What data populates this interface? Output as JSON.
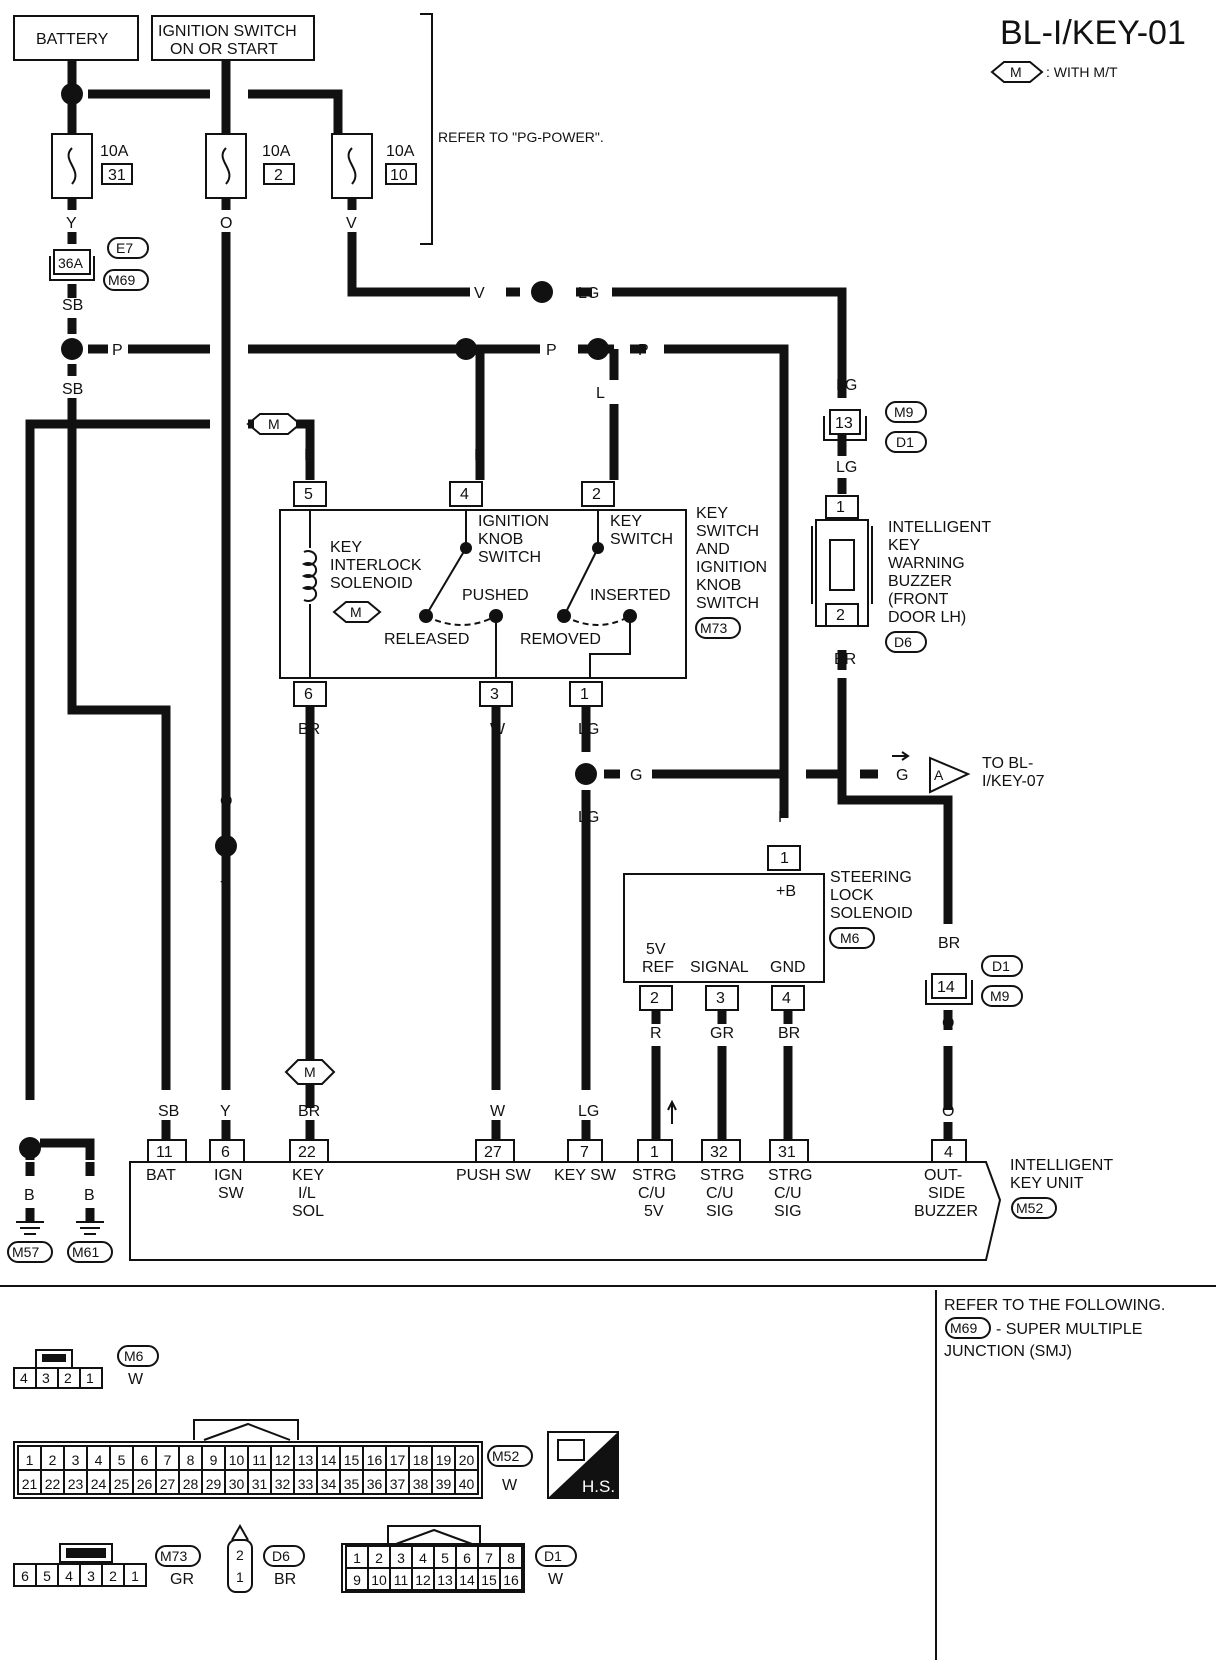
{
  "diagram_title": "BL-I/KEY-01",
  "legend": {
    "symbol": "M",
    "text": ": WITH M/T"
  },
  "power": {
    "battery": "BATTERY",
    "ignition_line1": "IGNITION SWITCH",
    "ignition_line2": "ON OR START",
    "refer_note": "REFER TO \"PG-POWER\".",
    "fuses": [
      {
        "amp": "10A",
        "num": "31",
        "wire": "Y"
      },
      {
        "amp": "10A",
        "num": "2",
        "wire": "O"
      },
      {
        "amp": "10A",
        "num": "10",
        "wire": "V"
      }
    ]
  },
  "wires": {
    "v": "V",
    "lg": "LG",
    "sb": "SB",
    "p": "P",
    "l": "L",
    "b": "B",
    "br": "BR",
    "w": "W",
    "g": "G",
    "o": "O",
    "y": "Y",
    "r": "R",
    "gr": "GR"
  },
  "connectors": {
    "j36a": "36A",
    "e7": "E7",
    "m69": "M69",
    "m": "M",
    "m9": "M9",
    "d1": "D1",
    "d6": "D6",
    "m6": "M6",
    "m73": "M73",
    "m52": "M52",
    "m57": "M57",
    "m61": "M61",
    "a": "A"
  },
  "pins": {
    "p13": "13",
    "p5": "5",
    "p4": "4",
    "p2": "2",
    "p1": "1",
    "p6": "6",
    "p3": "3",
    "p14": "14",
    "p11": "11",
    "p22": "22",
    "p27": "27",
    "p7": "7",
    "p32": "32",
    "p31": "31"
  },
  "key_switch": {
    "interlock": [
      "KEY",
      "INTERLOCK",
      "SOLENOID"
    ],
    "ign_knob": [
      "IGNITION",
      "KNOB",
      "SWITCH"
    ],
    "key_sw": [
      "KEY",
      "SWITCH"
    ],
    "pushed": "PUSHED",
    "released": "RELEASED",
    "inserted": "INSERTED",
    "removed": "REMOVED",
    "name": [
      "KEY",
      "SWITCH",
      "AND",
      "IGNITION",
      "KNOB",
      "SWITCH"
    ]
  },
  "buzzer": {
    "name": [
      "INTELLIGENT",
      "KEY",
      "WARNING",
      "BUZZER",
      "(FRONT",
      "DOOR LH)"
    ]
  },
  "to_bl": [
    "TO BL-",
    "I/KEY-07"
  ],
  "steering": {
    "b_plus": "+B",
    "name": [
      "STEERING",
      "LOCK",
      "SOLENOID"
    ],
    "ref": [
      "5V",
      "REF"
    ],
    "signal": "SIGNAL",
    "gnd": "GND"
  },
  "ecu": {
    "name": [
      "INTELLIGENT",
      "KEY UNIT"
    ],
    "bat": "BAT",
    "ign": [
      "IGN",
      "SW"
    ],
    "key_il": [
      "KEY",
      "I/L",
      "SOL"
    ],
    "push": "PUSH SW",
    "keysw": "KEY SW",
    "strg5v": [
      "STRG",
      "C/U",
      "5V"
    ],
    "strgsig": [
      "STRG",
      "C/U",
      "SIG"
    ],
    "outside": [
      "OUT-",
      "SIDE",
      "BUZZER"
    ]
  },
  "refer_following": {
    "line1": "REFER TO THE FOLLOWING.",
    "line2": "- SUPER MULTIPLE",
    "line3": "JUNCTION (SMJ)"
  },
  "conn_views": {
    "m6_pins": [
      "4",
      "3",
      "2",
      "1"
    ],
    "m6_color": "W",
    "m52_row1": [
      "1",
      "2",
      "3",
      "4",
      "5",
      "6",
      "7",
      "8",
      "9",
      "10",
      "11",
      "12",
      "13",
      "14",
      "15",
      "16",
      "17",
      "18",
      "19",
      "20"
    ],
    "m52_row2": [
      "21",
      "22",
      "23",
      "24",
      "25",
      "26",
      "27",
      "28",
      "29",
      "30",
      "31",
      "32",
      "33",
      "34",
      "35",
      "36",
      "37",
      "38",
      "39",
      "40"
    ],
    "m52_color": "W",
    "hs": "H.S.",
    "m73_pins": [
      "6",
      "5",
      "4",
      "3",
      "2",
      "1"
    ],
    "m73_color": "GR",
    "d6_pins": [
      "2",
      "1"
    ],
    "d6_color": "BR",
    "d1_row1": [
      "1",
      "2",
      "3",
      "4",
      "5",
      "6",
      "7",
      "8"
    ],
    "d1_row2": [
      "9",
      "10",
      "11",
      "12",
      "13",
      "14",
      "15",
      "16"
    ],
    "d1_color": "W"
  }
}
